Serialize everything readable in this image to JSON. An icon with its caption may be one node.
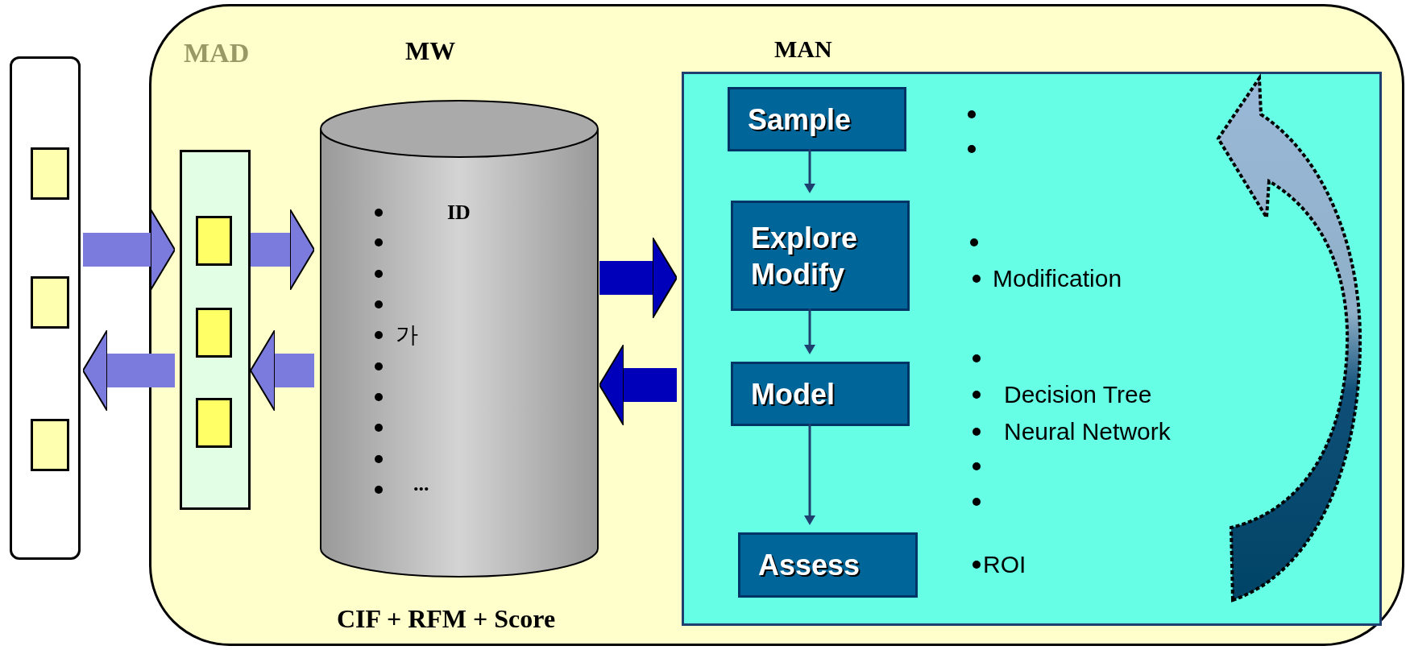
{
  "diagram": {
    "nodes": [
      {
        "text": [],
        "shape": "box"
      },
      {
        "text": [],
        "shape": "box",
        "in": 0
      },
      {
        "text": [],
        "shape": "box",
        "in": 0
      },
      {
        "text": [],
        "shape": "box",
        "in": 0
      },
      {
        "text": [],
        "shape": "box"
      },
      {
        "text": [
          "MAD"
        ],
        "in": 4
      },
      {
        "text": [],
        "shape": "box",
        "in": 5
      },
      {
        "text": [],
        "shape": "box",
        "in": 5
      },
      {
        "text": [],
        "shape": "box",
        "in": 5
      },
      {
        "text": [
          "MW",
          "ID",
          "가",
          "..."
        ],
        "beside": [
          "CIF + RFM + Score"
        ],
        "in": 4
      },
      {
        "text": [
          "MAN",
          "Modification",
          "Decision Tree",
          "Neural Network",
          "ROI"
        ],
        "in": 4
      },
      {
        "text": [
          "Sample"
        ],
        "in": 10
      },
      {
        "text": [
          "Explore Modify"
        ],
        "in": 10
      },
      {
        "text": [
          "Model"
        ],
        "in": 10
      },
      {
        "text": [
          "Assess"
        ],
        "in": 10
      }
    ],
    "edges": [
      {
        "from": 0,
        "to": 5,
        "arrow": "to",
        "color": "#7b7bdd"
      },
      {
        "from": 5,
        "to": 0,
        "arrow": "to",
        "color": "#7b7bdd"
      },
      {
        "from": 5,
        "to": 9,
        "arrow": "to",
        "color": "#7b7bdd"
      },
      {
        "from": 9,
        "to": 5,
        "arrow": "to",
        "color": "#7b7bdd"
      },
      {
        "from": 9,
        "to": 10,
        "arrow": "to",
        "color": "#0000bb"
      },
      {
        "from": 10,
        "to": 9,
        "arrow": "to",
        "color": "#0000bb"
      },
      {
        "from": 11,
        "to": 12,
        "arrow": "to",
        "color": "#1f3f6f"
      },
      {
        "from": 12,
        "to": 13,
        "arrow": "to",
        "color": "#1f3f6f"
      },
      {
        "from": 13,
        "to": 14,
        "arrow": "to",
        "color": "#1f3f6f"
      }
    ]
  }
}
